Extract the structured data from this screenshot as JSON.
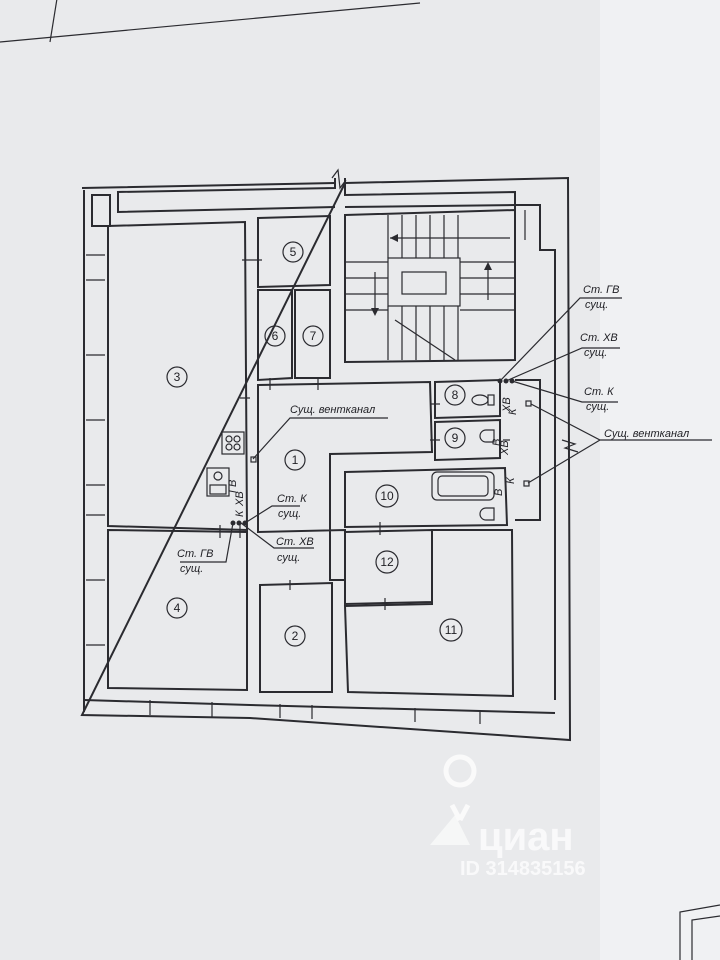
{
  "rooms": [
    {
      "id": "room-1",
      "label": "1"
    },
    {
      "id": "room-2",
      "label": "2"
    },
    {
      "id": "room-3",
      "label": "3"
    },
    {
      "id": "room-4",
      "label": "4"
    },
    {
      "id": "room-5",
      "label": "5"
    },
    {
      "id": "room-6",
      "label": "6"
    },
    {
      "id": "room-7",
      "label": "7"
    },
    {
      "id": "room-8",
      "label": "8"
    },
    {
      "id": "room-9",
      "label": "9"
    },
    {
      "id": "room-10",
      "label": "10"
    },
    {
      "id": "room-11",
      "label": "11"
    },
    {
      "id": "room-12",
      "label": "12"
    }
  ],
  "annotations": {
    "st_gv": "Ст. ГВ",
    "st_hv": "Ст. ХВ",
    "st_k": "Ст. К",
    "sush": "сущ.",
    "ventkanal": "Сущ. вентканал"
  },
  "riser_tags": {
    "k": "К",
    "hv": "ХВ",
    "gv": "ГВ",
    "v": "В"
  },
  "watermark": {
    "brand": "циан",
    "id": "ID 314835156"
  },
  "colors": {
    "paper": "#e9eaec",
    "ink": "#2b2b30"
  }
}
